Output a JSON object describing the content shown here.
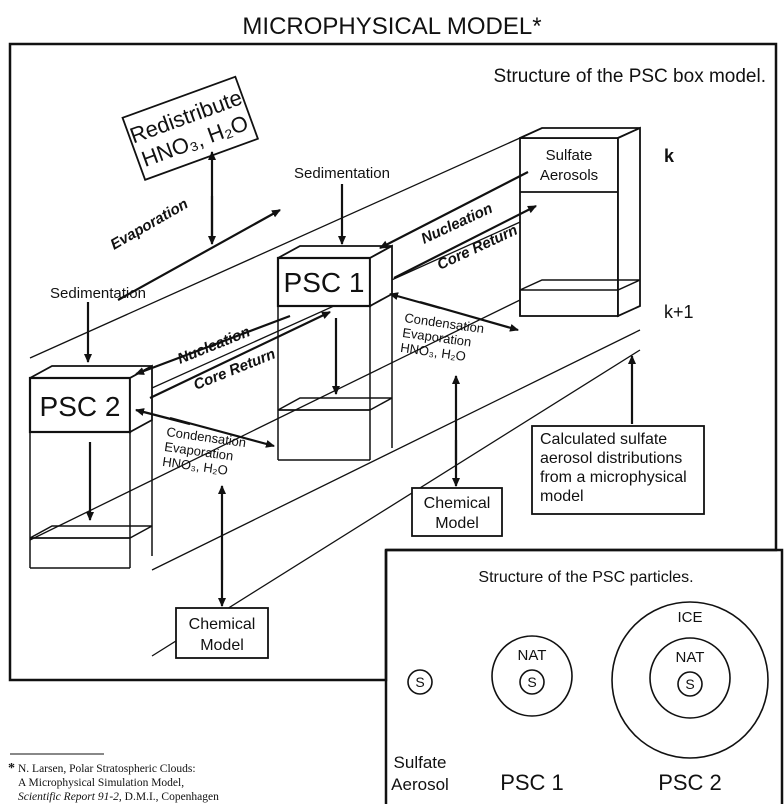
{
  "title": "MICROPHYSICAL MODEL*",
  "box_model": {
    "caption": "Structure of the PSC box model.",
    "boxes": {
      "sulfate": [
        "Sulfate",
        "Aerosols"
      ],
      "psc1": "PSC 1",
      "psc2": "PSC 2"
    },
    "layers": {
      "upper": "k",
      "lower": "k+1"
    },
    "redistribute": [
      "Redistribute",
      "HNO₃, H₂O"
    ],
    "labels": {
      "sedimentation_psc1": "Sedimentation",
      "sedimentation_psc2": "Sedimentation",
      "evaporation": "Evaporation",
      "nucleation_upper": "Nucleation",
      "core_return_upper": "Core Return",
      "nucleation_lower": "Nucleation",
      "core_return_lower": "Core Return"
    },
    "condensation_psc1": [
      "Condensation",
      "Evaporation",
      "HNO₃, H₂O"
    ],
    "condensation_psc2": [
      "Condensation",
      "Evaporation",
      "HNO₃, H₂O"
    ],
    "chemical_model_psc1": [
      "Chemical",
      "Model"
    ],
    "chemical_model_psc2": [
      "Chemical",
      "Model"
    ],
    "calculated_note": [
      "Calculated sulfate",
      "aerosol distributions",
      "from a microphysical",
      "model"
    ]
  },
  "particles": {
    "caption": "Structure of the PSC particles.",
    "core_label": "S",
    "nat_label": "NAT",
    "ice_label": "ICE",
    "names": {
      "sulfate": [
        "Sulfate",
        "Aerosol"
      ],
      "psc1": "PSC 1",
      "psc2": "PSC 2"
    }
  },
  "footnote": {
    "marker": "*",
    "lines": [
      "N. Larsen, Polar Stratospheric Clouds:",
      "A Microphysical Simulation Model,"
    ],
    "italic": "Scientific Report 91-2",
    "tail": ", D.M.I., Copenhagen"
  }
}
